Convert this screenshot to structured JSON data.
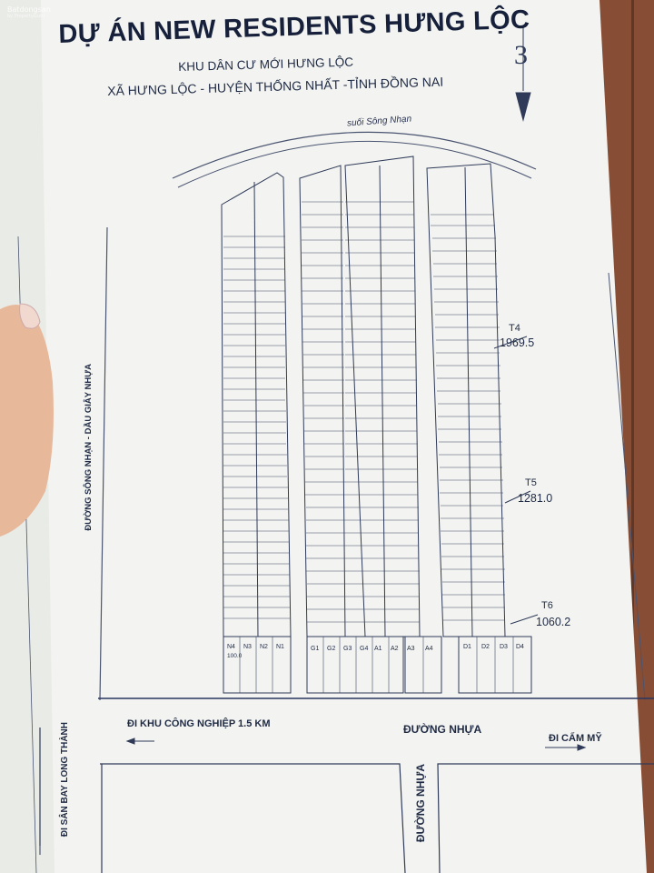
{
  "watermark": {
    "brand": "Batdongsan",
    "sub": "by PropertyGuru"
  },
  "header": {
    "title": "DỰ ÁN NEW RESIDENTS HƯNG LỘC",
    "subtitle": "KHU DÂN CƯ MỚI HƯNG LỘC",
    "location": "XÃ HƯNG LỘC - HUYỆN THỐNG NHẤT -TỈNH ĐỒNG NAI"
  },
  "map": {
    "stream_label": "suối Sông Nhạn",
    "north_marker": "3",
    "tags": [
      {
        "name": "T4",
        "value": "1969.5"
      },
      {
        "name": "T5",
        "value": "1281.0"
      },
      {
        "name": "T6",
        "value": "1060.2"
      }
    ],
    "roads": {
      "left_vertical": "ĐƯỜNG SÔNG NHẠN - DẦU GIÂY NHỰA",
      "to_industrial": "ĐI KHU CÔNG NGHIỆP 1.5 KM",
      "asphalt_horizontal": "ĐƯỜNG NHỰA",
      "to_cam_my": "ĐI CẨM MỸ",
      "to_airport": "ĐI SÂN BAY LONG THÀNH",
      "asphalt_vertical": "ĐƯỜNG NHỰA"
    },
    "bottom_lots": {
      "block_n": [
        "N4",
        "N3",
        "N2",
        "N1"
      ],
      "block_g": [
        "G1",
        "G2",
        "G3",
        "G4"
      ],
      "block_a": [
        "A1",
        "A2",
        "A3",
        "A4"
      ],
      "block_d": [
        "D1",
        "D2",
        "D3",
        "D4"
      ],
      "area": "100.0"
    }
  }
}
